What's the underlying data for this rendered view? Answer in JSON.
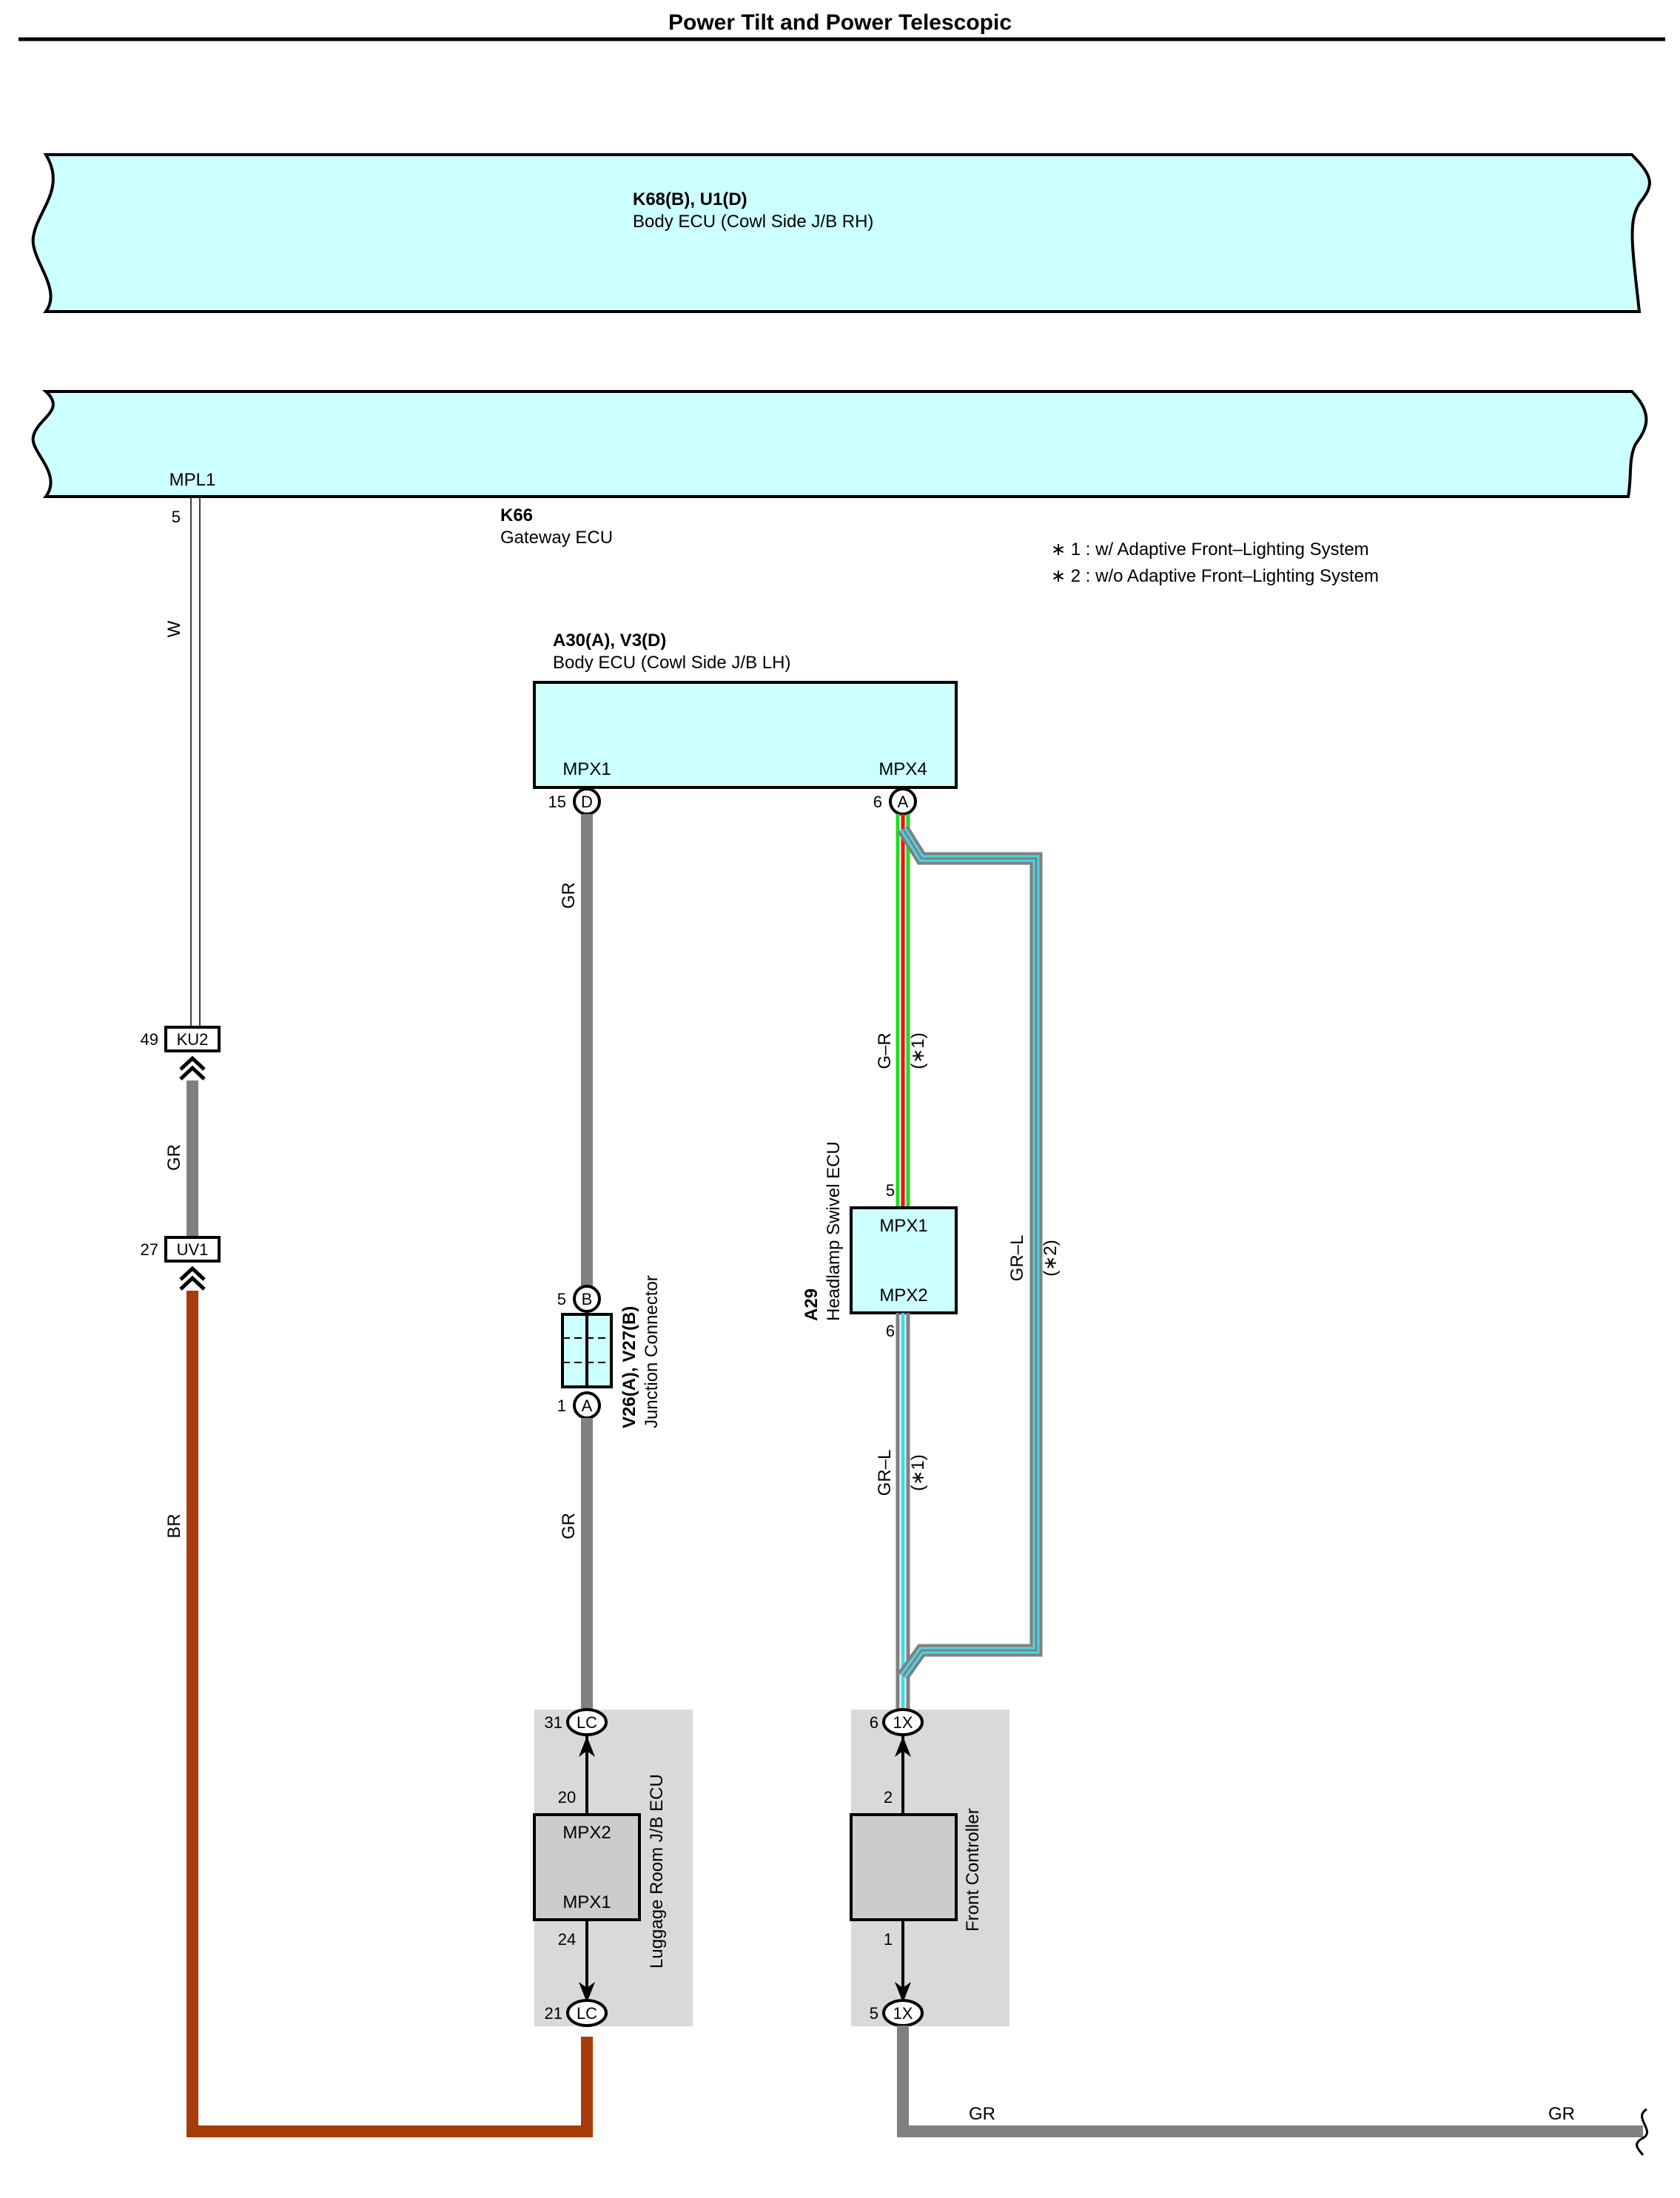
{
  "page": {
    "title": "Power Tilt and Power Telescopic"
  },
  "colors": {
    "ecu_fill": "#ccffff",
    "shade": "#d9d9d9",
    "gray_box": "#cccccc",
    "wire_gray": "#808080",
    "wire_brown": "#a63c0a",
    "wire_green": "#22dd22",
    "wire_red": "#ee1111",
    "wire_cyan": "#44d8e8"
  },
  "components": {
    "body_ecu_rh": {
      "code": "K68(B), U1(D)",
      "name": "Body ECU (Cowl Side J/B RH)"
    },
    "gateway_ecu": {
      "code": "K66",
      "name": "Gateway ECU",
      "terminal": "MPL1",
      "pin": "5"
    },
    "body_ecu_lh": {
      "code": "A30(A), V3(D)",
      "name": "Body ECU (Cowl Side J/B LH)",
      "term_left": "MPX1",
      "pin_left": "15",
      "conn_left": "D",
      "term_right": "MPX4",
      "pin_right": "6",
      "conn_right": "A"
    },
    "junction_connector": {
      "code": "V26(A), V27(B)",
      "name": "Junction Connector",
      "pin_top": "5",
      "conn_top": "B",
      "pin_bottom": "1",
      "conn_bottom": "A"
    },
    "headlamp_swivel_ecu": {
      "code": "A29",
      "name": "Headlamp Swivel ECU",
      "term_top": "MPX1",
      "pin_top": "5",
      "term_bottom": "MPX2",
      "pin_bottom": "6"
    },
    "luggage_room_ecu": {
      "name": "Luggage Room J/B ECU",
      "term_top": "MPX2",
      "pin_top": "20",
      "term_bottom": "MPX1",
      "pin_bottom": "24",
      "conn_top_pin": "31",
      "conn_top": "LC",
      "conn_bottom_pin": "21",
      "conn_bottom": "LC"
    },
    "front_controller": {
      "name": "Front Controller",
      "pin_top": "2",
      "pin_bottom": "1",
      "conn_top_pin": "6",
      "conn_top": "1X",
      "conn_bottom_pin": "5",
      "conn_bottom": "1X"
    }
  },
  "connectors": {
    "ku2": {
      "label": "KU2",
      "pin": "49"
    },
    "uv1": {
      "label": "UV1",
      "pin": "27"
    }
  },
  "wires": {
    "w_mpl1": "W",
    "gr_ku2_uv1": "GR",
    "br_main": "BR",
    "gr_mpx1_upper": "GR",
    "gr_mpx1_lower": "GR",
    "gr_headlamp": "G–R",
    "gr_headlamp_note": "(∗1)",
    "grl_headlamp": "GR–L",
    "grl_headlamp_note": "(∗1)",
    "grl_bypass": "GR–L",
    "grl_bypass_note": "(∗2)",
    "gr_bottom_left": "GR",
    "gr_bottom_right": "GR"
  },
  "notes": [
    "∗ 1 : w/ Adaptive Front–Lighting System",
    "∗ 2 : w/o Adaptive Front–Lighting System"
  ]
}
